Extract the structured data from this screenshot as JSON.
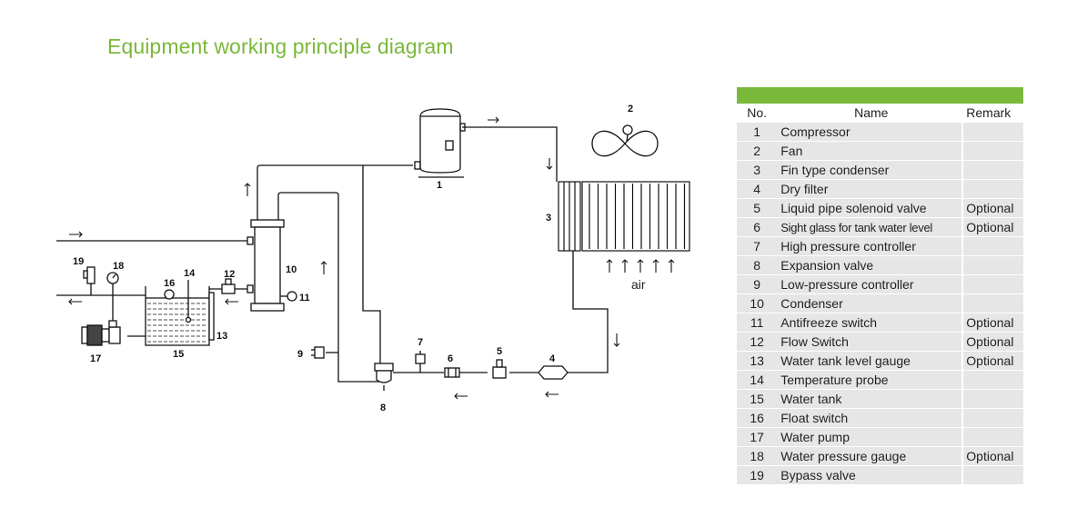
{
  "title": "Equipment working principle diagram",
  "diagram": {
    "callouts": [
      "1",
      "2",
      "3",
      "4",
      "5",
      "6",
      "7",
      "8",
      "9",
      "10",
      "11",
      "12",
      "13",
      "14",
      "15",
      "16",
      "17",
      "18",
      "19"
    ],
    "air_label": "air"
  },
  "legend": {
    "headers": {
      "no": "No.",
      "name": "Name",
      "remark": "Remark"
    },
    "rows": [
      {
        "no": "1",
        "name": "Compressor",
        "remark": ""
      },
      {
        "no": "2",
        "name": "Fan",
        "remark": ""
      },
      {
        "no": "3",
        "name": "Fin type condenser",
        "remark": ""
      },
      {
        "no": "4",
        "name": "Dry filter",
        "remark": ""
      },
      {
        "no": "5",
        "name": "Liquid pipe solenoid valve",
        "remark": "Optional"
      },
      {
        "no": "6",
        "name": "Sight glass for tank water level",
        "remark": "Optional"
      },
      {
        "no": "7",
        "name": "High pressure controller",
        "remark": ""
      },
      {
        "no": "8",
        "name": "Expansion valve",
        "remark": ""
      },
      {
        "no": "9",
        "name": "Low-pressure controller",
        "remark": ""
      },
      {
        "no": "10",
        "name": "Condenser",
        "remark": ""
      },
      {
        "no": "11",
        "name": "Antifreeze switch",
        "remark": "Optional"
      },
      {
        "no": "12",
        "name": "Flow Switch",
        "remark": "Optional"
      },
      {
        "no": "13",
        "name": "Water tank level gauge",
        "remark": "Optional"
      },
      {
        "no": "14",
        "name": "Temperature probe",
        "remark": ""
      },
      {
        "no": "15",
        "name": "Water tank",
        "remark": ""
      },
      {
        "no": "16",
        "name": "Float switch",
        "remark": ""
      },
      {
        "no": "17",
        "name": "Water pump",
        "remark": ""
      },
      {
        "no": "18",
        "name": "Water pressure gauge",
        "remark": "Optional"
      },
      {
        "no": "19",
        "name": "Bypass valve",
        "remark": ""
      }
    ]
  }
}
